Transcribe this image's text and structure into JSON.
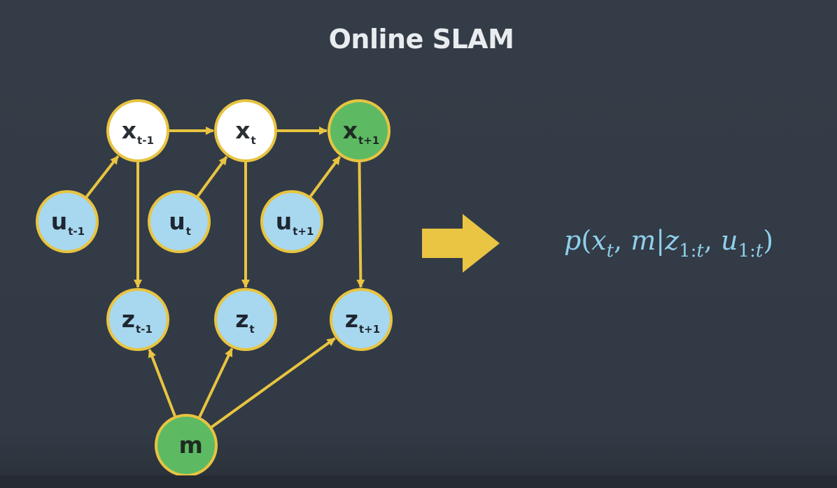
{
  "slide": {
    "title": "Online SLAM"
  },
  "colors": {
    "background": "#333b46",
    "edge": "#e8c440",
    "state_fill_known": "#ffffff",
    "state_fill_current": "#5dba63",
    "control_fill": "#a8d8ef",
    "measurement_fill": "#a8d8ef",
    "map_fill": "#5dba63",
    "formula": "#8fd0ec"
  },
  "diagram": {
    "nodes": [
      {
        "id": "x_prev",
        "base": "x",
        "sub": "t-1",
        "kind": "state"
      },
      {
        "id": "x_curr",
        "base": "x",
        "sub": "t",
        "kind": "state"
      },
      {
        "id": "x_next",
        "base": "x",
        "sub": "t+1",
        "kind": "state-current"
      },
      {
        "id": "u_prev",
        "base": "u",
        "sub": "t-1",
        "kind": "control"
      },
      {
        "id": "u_curr",
        "base": "u",
        "sub": "t",
        "kind": "control"
      },
      {
        "id": "u_next",
        "base": "u",
        "sub": "t+1",
        "kind": "control"
      },
      {
        "id": "z_prev",
        "base": "z",
        "sub": "t-1",
        "kind": "measurement"
      },
      {
        "id": "z_curr",
        "base": "z",
        "sub": "t",
        "kind": "measurement"
      },
      {
        "id": "z_next",
        "base": "z",
        "sub": "t+1",
        "kind": "measurement"
      },
      {
        "id": "map",
        "base": "m",
        "sub": "",
        "kind": "map"
      }
    ],
    "edges": [
      {
        "from": "x_prev",
        "to": "x_curr"
      },
      {
        "from": "x_curr",
        "to": "x_next"
      },
      {
        "from": "u_prev",
        "to": "x_prev"
      },
      {
        "from": "u_curr",
        "to": "x_curr"
      },
      {
        "from": "u_next",
        "to": "x_next"
      },
      {
        "from": "x_prev",
        "to": "z_prev"
      },
      {
        "from": "x_curr",
        "to": "z_curr"
      },
      {
        "from": "x_next",
        "to": "z_next"
      },
      {
        "from": "map",
        "to": "z_prev"
      },
      {
        "from": "map",
        "to": "z_curr"
      },
      {
        "from": "map",
        "to": "z_next"
      }
    ]
  },
  "formula": {
    "p": "p",
    "open": "(",
    "x": "x",
    "x_sub": "t",
    "comma1": ", ",
    "m": "m",
    "bar": "|",
    "z": "z",
    "z_sub_start": "1:",
    "z_sub_end": "t",
    "comma2": ", ",
    "u": "u",
    "u_sub_start": "1:",
    "u_sub_end": "t",
    "close": ")"
  }
}
